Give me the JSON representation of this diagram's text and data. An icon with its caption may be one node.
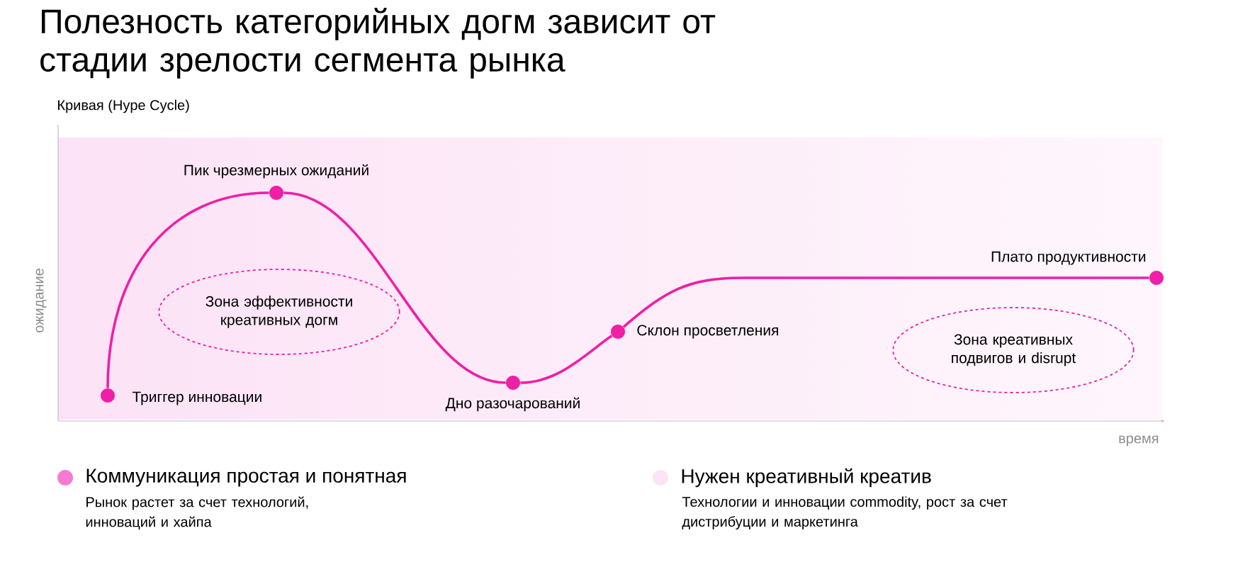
{
  "diagram": {
    "title": "Полезность категорийных догм зависит от стадии зрелости сегмента рынка",
    "nodes": [
      {
        "text": [],
        "shape": "circle",
        "beside": [
          "Триггер инновации"
        ]
      },
      {
        "text": [],
        "shape": "circle",
        "beside": [
          "Пик чрезмерных ожиданий"
        ]
      },
      {
        "text": [],
        "shape": "circle",
        "beside": [
          "Дно разочарований"
        ]
      },
      {
        "text": [],
        "shape": "circle",
        "beside": [
          "Склон просветления"
        ]
      },
      {
        "text": [],
        "shape": "circle",
        "beside": [
          "Плато продуктивности"
        ]
      },
      {
        "text": [
          "Зона эффективности креативных догм"
        ]
      },
      {
        "text": [
          "Зона креативных подвигов и disrupt"
        ]
      }
    ],
    "edges": [
      {
        "from": 0,
        "to": 1,
        "arrow": "none"
      },
      {
        "from": 1,
        "to": 2,
        "arrow": "none"
      },
      {
        "from": 2,
        "to": 3,
        "arrow": "none"
      },
      {
        "from": 3,
        "to": 4,
        "arrow": "none"
      }
    ],
    "labels": [
      "Кривая (Hype Cycle)",
      "ожидание",
      "время",
      "Рынок растет за счет технологий, инноваций и хайпа",
      "Технологии и инновации commodity, рост за счет дистрибуции и маркетинга"
    ],
    "legend": [
      {
        "text": "Коммуникация простая и понятная",
        "color": "#f47ad3"
      },
      {
        "text": "Нужен креативный креатив",
        "color": "#fce3f6"
      }
    ]
  }
}
